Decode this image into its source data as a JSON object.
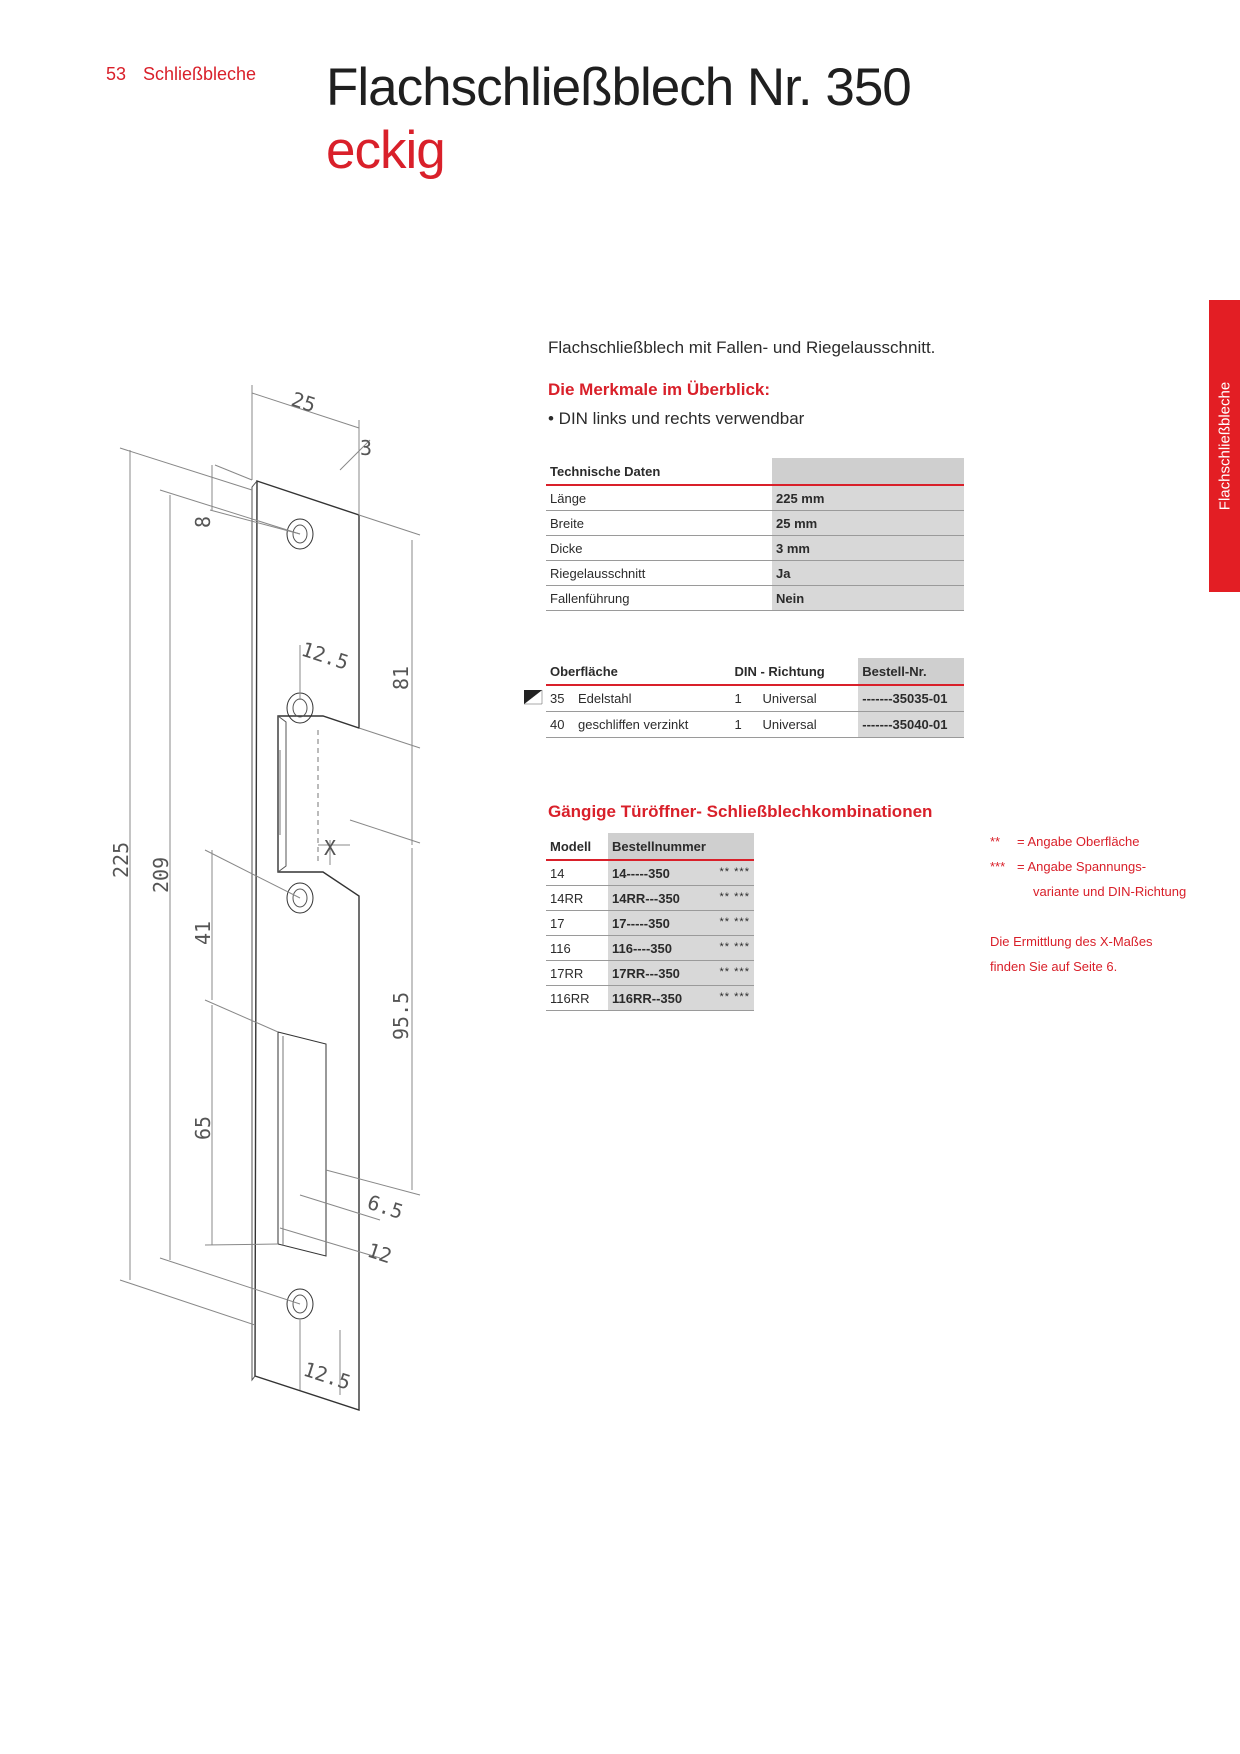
{
  "header": {
    "page_number": "53",
    "section": "Schließbleche",
    "title": "Flachschließblech Nr. 350",
    "subtitle": "eckig"
  },
  "side_tab": {
    "label": "Flachschließbleche"
  },
  "intro": {
    "description": "Flachschließblech mit Fallen- und Riegelausschnitt.",
    "features_heading": "Die Merkmale im Überblick:",
    "features": [
      "• DIN links und rechts verwendbar"
    ]
  },
  "tech_table": {
    "header": "Technische Daten",
    "rows": [
      {
        "label": "Länge",
        "value": "225 mm"
      },
      {
        "label": "Breite",
        "value": "25 mm"
      },
      {
        "label": "Dicke",
        "value": "3 mm"
      },
      {
        "label": "Riegelausschnitt",
        "value": "Ja"
      },
      {
        "label": "Fallenführung",
        "value": "Nein"
      }
    ]
  },
  "surface_table": {
    "headers": {
      "surface": "Oberfläche",
      "din": "DIN - Richtung",
      "order": "Bestell-Nr."
    },
    "rows": [
      {
        "code": "35",
        "name": "Edelstahl",
        "din_num": "1",
        "din_text": "Universal",
        "order": "-------35035-01"
      },
      {
        "code": "40",
        "name": "geschliffen verzinkt",
        "din_num": "1",
        "din_text": "Universal",
        "order": "-------35040-01"
      }
    ]
  },
  "combo": {
    "heading": "Gängige Türöffner- Schließblechkombinationen",
    "headers": {
      "model": "Modell",
      "order": "Bestellnummer"
    },
    "stars": "** ***",
    "rows": [
      {
        "model": "14",
        "order": "14-----350"
      },
      {
        "model": "14RR",
        "order": "14RR---350"
      },
      {
        "model": "17",
        "order": "17-----350"
      },
      {
        "model": "116",
        "order": "116----350"
      },
      {
        "model": "17RR",
        "order": "17RR---350"
      },
      {
        "model": "116RR",
        "order": "116RR--350"
      }
    ]
  },
  "notes": {
    "n1_key": "**",
    "n1_text": "=  Angabe Oberfläche",
    "n2_key": "***",
    "n2_text": "=  Angabe Spannungs-",
    "n2_text2": "variante und DIN-Richtung",
    "xinfo1": "Die Ermittlung des X-Maßes",
    "xinfo2": "finden Sie auf Seite 6."
  },
  "drawing": {
    "dimensions": {
      "d25": "25",
      "d3": "3",
      "d8": "8",
      "d12_5_top": "12.5",
      "d81": "81",
      "dX": "X",
      "d225": "225",
      "d209": "209",
      "d41": "41",
      "d95_5": "95.5",
      "d65": "65",
      "d6_5": "6.5",
      "d12": "12",
      "d12_5_bottom": "12.5"
    }
  },
  "colors": {
    "accent": "#d9202a",
    "tab": "#e31e24",
    "shade": "#d8d8d8"
  }
}
